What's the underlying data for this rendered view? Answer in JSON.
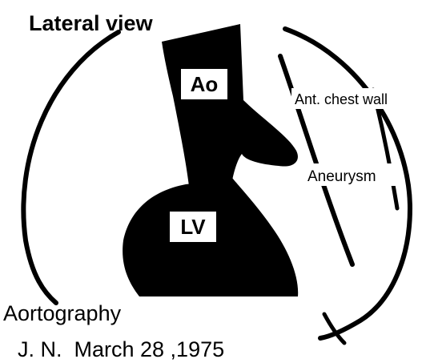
{
  "view_title": "Lateral view",
  "structures": {
    "aorta": "Ao",
    "left_ventricle": "LV"
  },
  "annotations": {
    "anterior_chest_wall": "Ant. chest wall",
    "aneurysm": "Aneurysm"
  },
  "caption": {
    "procedure": "Aortography",
    "patient_and_date": "J. N.  March 28 ,1975"
  },
  "colors": {
    "ink": "#000000",
    "background": "#ffffff"
  }
}
